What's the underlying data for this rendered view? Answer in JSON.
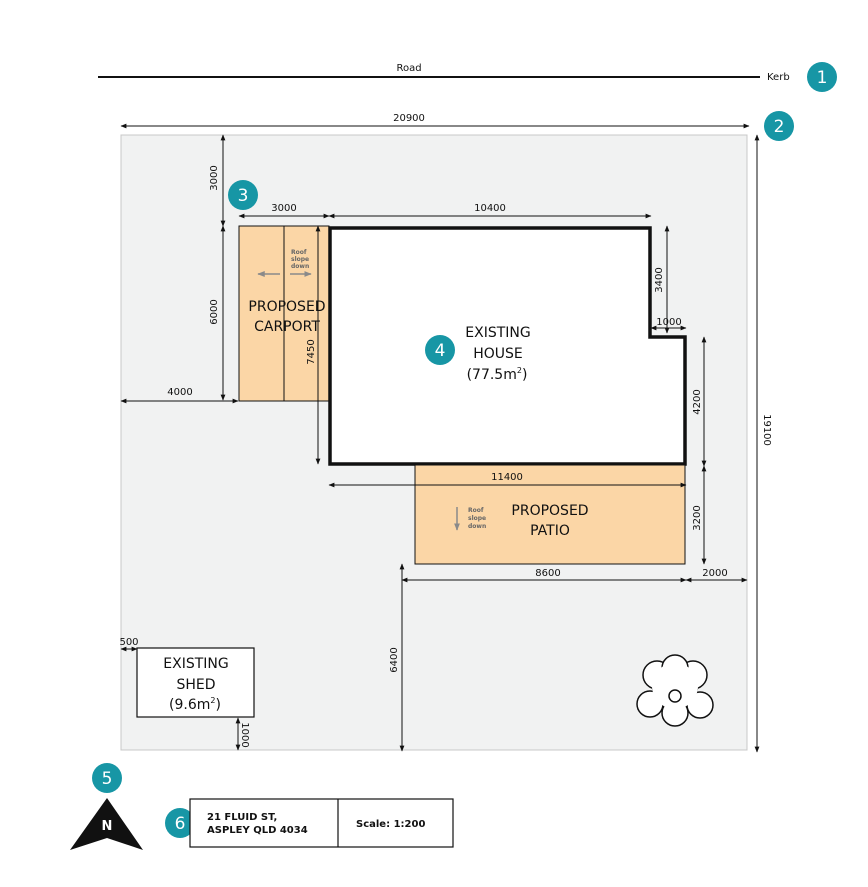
{
  "road": {
    "label": "Road",
    "kerb_label": "Kerb"
  },
  "dimensions": {
    "site_width": "20900",
    "site_depth": "19100",
    "front_setback": "3000",
    "carport_width": "3000",
    "house_width": "10400",
    "house_notch_depth": "3400",
    "house_notch_width": "1000",
    "carport_depth": "6000",
    "house_depth_left": "7450",
    "side_setback_left": "4000",
    "house_right_depth": "4200",
    "patio_width": "11400",
    "patio_depth": "3200",
    "house_rear_width": "8600",
    "rear_right_setback": "2000",
    "rear_setback": "6400",
    "shed_side_setback": "500",
    "shed_rear_setback": "1000"
  },
  "carport": {
    "line1": "PROPOSED",
    "line2": "CARPORT",
    "slope_line1": "Roof",
    "slope_line2": "slope",
    "slope_line3": "down"
  },
  "house": {
    "line1": "EXISTING",
    "line2": "HOUSE",
    "area": "(77.5m",
    "area_sup": "2",
    "area_close": ")"
  },
  "patio": {
    "line1": "PROPOSED",
    "line2": "PATIO",
    "slope_line1": "Roof",
    "slope_line2": "slope",
    "slope_line3": "down"
  },
  "shed": {
    "line1": "EXISTING",
    "line2": "SHED",
    "area": "(9.6m",
    "area_sup": "2",
    "area_close": ")"
  },
  "markers": [
    "1",
    "2",
    "3",
    "4",
    "5",
    "6"
  ],
  "north_label": "N",
  "title_block": {
    "address_line1": "21 FLUID ST,",
    "address_line2": "ASPLEY QLD 4034",
    "scale": "Scale: 1:200"
  },
  "colors": {
    "site_fill": "#f1f2f2",
    "site_border": "#c8c8c8",
    "proposed_fill": "#fbd6a6",
    "marker_teal": "#1796a5",
    "outline": "#111111"
  }
}
